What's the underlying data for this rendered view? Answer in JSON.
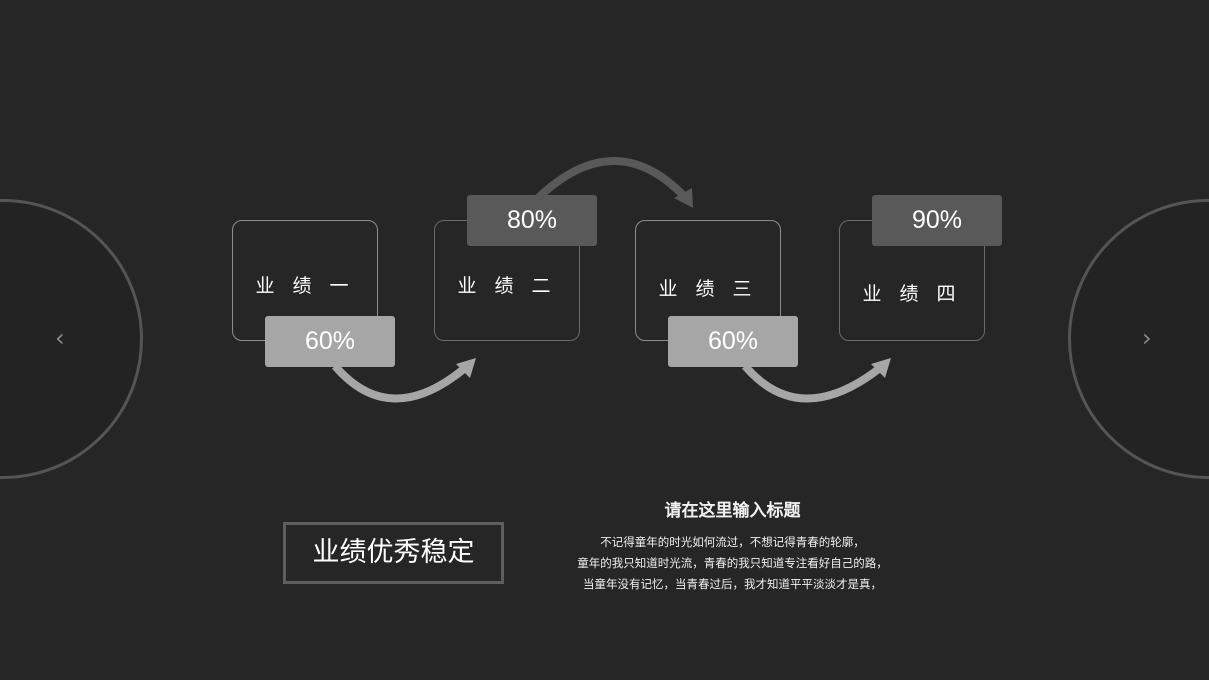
{
  "navigation": {
    "prev_icon": "chevron-left-icon",
    "prev_glyph": "‹",
    "next_icon": "chevron-right-icon",
    "next_glyph": "›"
  },
  "cards": [
    {
      "label": "业 绩 一",
      "percent": "60%",
      "badge_position": "bottom",
      "badge_color": "#a6a6a6"
    },
    {
      "label": "业 绩 二",
      "percent": "80%",
      "badge_position": "top",
      "badge_color": "#595959"
    },
    {
      "label": "业 绩 三",
      "percent": "60%",
      "badge_position": "bottom",
      "badge_color": "#a6a6a6"
    },
    {
      "label": "业 绩 四",
      "percent": "90%",
      "badge_position": "top",
      "badge_color": "#595959"
    }
  ],
  "summary": {
    "label": "业绩优秀稳定"
  },
  "text_block": {
    "title": "请在这里输入标题",
    "lines": [
      "不记得童年的时光如何流过，不想记得青春的轮廓，",
      "童年的我只知道时光流，青春的我只知道专注看好自己的路，",
      "当童年没有记忆，当青春过后，我才知道平平淡淡才是真，"
    ]
  },
  "colors": {
    "background": "#262626",
    "light_gray": "#a6a6a6",
    "dark_gray": "#595959",
    "border": "#8e8e8e"
  }
}
